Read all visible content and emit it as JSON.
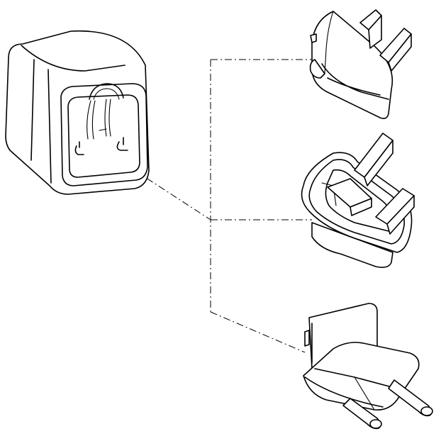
{
  "diagram": {
    "kind": "exploded-assembly",
    "parts": [
      {
        "id": "adapter-body",
        "icon": "power-adapter-body-icon"
      },
      {
        "id": "us-plug",
        "icon": "us-plug-adapter-icon"
      },
      {
        "id": "uk-plug",
        "icon": "uk-plug-adapter-icon"
      },
      {
        "id": "eu-plug",
        "icon": "eu-plug-adapter-icon"
      }
    ],
    "line_style": "dash-dot",
    "stroke_color": "#000000",
    "background_color": "#ffffff"
  }
}
